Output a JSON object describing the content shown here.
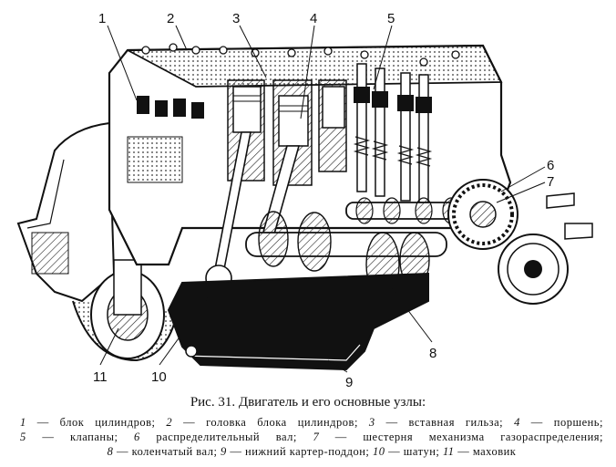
{
  "caption": {
    "title": "Рис. 31. Двигатель и его основные узлы:",
    "legend_lines": [
      [
        {
          "num": "1",
          "text": " — блок цилиндров; "
        },
        {
          "num": "2",
          "text": " — головка блока цилиндров; "
        },
        {
          "num": "3",
          "text": " — вставная гильза; "
        },
        {
          "num": "4",
          "text": " — поршень;"
        }
      ],
      [
        {
          "num": "5",
          "text": " — клапаны; "
        },
        {
          "num": "6",
          "text": " распределительный вал; "
        },
        {
          "num": "7",
          "text": " — шестерня механизма газораспределения;"
        }
      ],
      [
        {
          "num": "8",
          "text": " — коленчатый вал; "
        },
        {
          "num": "9",
          "text": " — нижний картер-поддон; "
        },
        {
          "num": "10",
          "text": " — шатун; "
        },
        {
          "num": "11",
          "text": " — маховик"
        }
      ]
    ]
  },
  "callouts": [
    {
      "id": "1",
      "label": "1"
    },
    {
      "id": "2",
      "label": "2"
    },
    {
      "id": "3",
      "label": "3"
    },
    {
      "id": "4",
      "label": "4"
    },
    {
      "id": "5",
      "label": "5"
    },
    {
      "id": "6",
      "label": "6"
    },
    {
      "id": "7",
      "label": "7"
    },
    {
      "id": "8",
      "label": "8"
    },
    {
      "id": "9",
      "label": "9"
    },
    {
      "id": "10",
      "label": "10"
    },
    {
      "id": "11",
      "label": "11"
    }
  ]
}
